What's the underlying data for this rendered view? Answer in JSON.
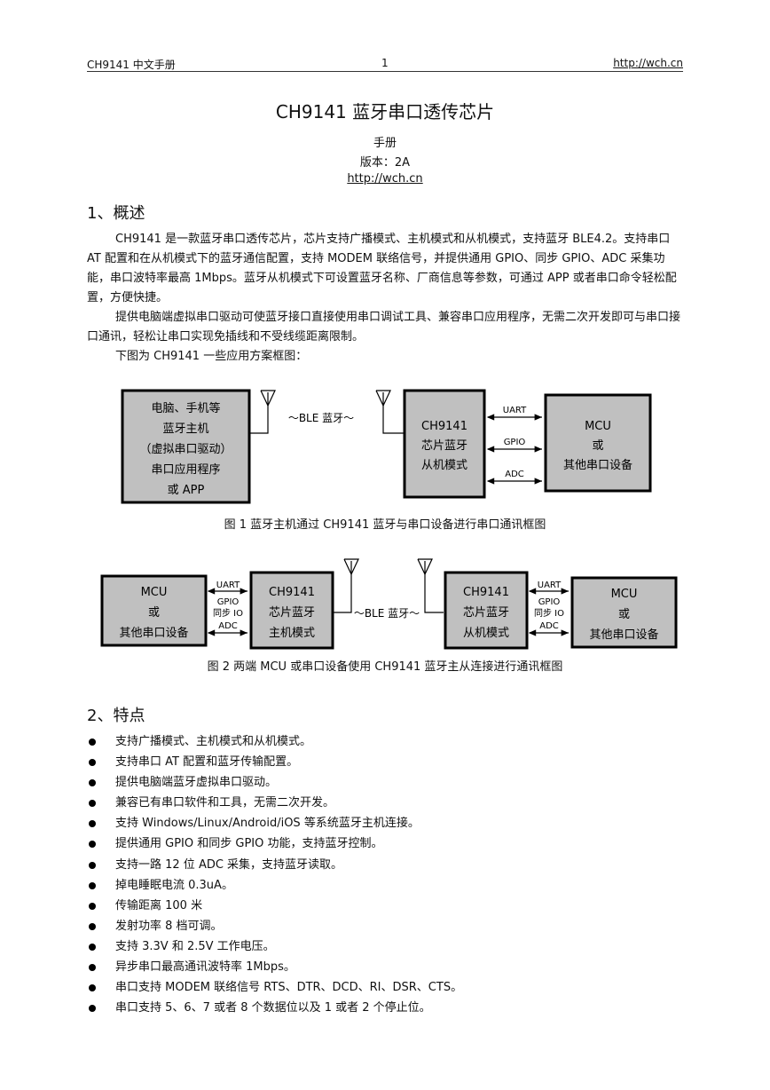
{
  "header": {
    "left": "CH9141 中文手册",
    "page_number": "1",
    "url": "http://wch.cn"
  },
  "title": "CH9141 蓝牙串口透传芯片",
  "subtitle": "手册",
  "version": "版本：2A",
  "url": "http://wch.cn",
  "section1": {
    "heading": "1、概述",
    "paragraphs": [
      "CH9141 是一款蓝牙串口透传芯片，芯片支持广播模式、主机模式和从机模式，支持蓝牙 BLE4.2。支持串口 AT 配置和在从机模式下的蓝牙通信配置，支持 MODEM 联络信号，并提供通用 GPIO、同步 GPIO、ADC 采集功能，串口波特率最高 1Mbps。蓝牙从机模式下可设置蓝牙名称、厂商信息等参数，可通过 APP 或者串口命令轻松配置，方便快捷。",
      "提供电脑端虚拟串口驱动可使蓝牙接口直接使用串口调试工具、兼容串口应用程序，无需二次开发即可与串口接口通讯，轻松让串口实现免插线和不受线缆距离限制。",
      "下图为 CH9141 一些应用方案框图："
    ]
  },
  "figure1": {
    "host_lines": [
      "电脑、手机等",
      "蓝牙主机",
      "（虚拟串口驱动）",
      "串口应用程序",
      "或 APP"
    ],
    "ble_label": "～BLE 蓝牙～",
    "chip_lines": [
      "CH9141",
      "芯片蓝牙",
      "从机模式"
    ],
    "signal_uart": "UART",
    "signal_gpio": "GPIO",
    "signal_adc": "ADC",
    "mcu_lines": [
      "MCU",
      "或",
      "其他串口设备"
    ],
    "caption": "图 1 蓝牙主机通过 CH9141 蓝牙与串口设备进行串口通讯框图"
  },
  "figure2": {
    "mcu_lines": [
      "MCU",
      "或",
      "其他串口设备"
    ],
    "signal_uart": "UART",
    "signal_gpio": "GPIO",
    "signal_sync": "同步 IO",
    "signal_adc": "ADC",
    "master_lines": [
      "CH9141",
      "芯片蓝牙",
      "主机模式"
    ],
    "ble_label": "～BLE 蓝牙～",
    "slave_lines": [
      "CH9141",
      "芯片蓝牙",
      "从机模式"
    ],
    "caption": "图 2 两端 MCU 或串口设备使用 CH9141 蓝牙主从连接进行通讯框图"
  },
  "section2": {
    "heading": "2、特点",
    "items": [
      "支持广播模式、主机模式和从机模式。",
      "支持串口 AT 配置和蓝牙传输配置。",
      "提供电脑端蓝牙虚拟串口驱动。",
      "兼容已有串口软件和工具，无需二次开发。",
      "支持 Windows/Linux/Android/iOS 等系统蓝牙主机连接。",
      "提供通用 GPIO 和同步 GPIO 功能，支持蓝牙控制。",
      "支持一路 12 位 ADC 采集，支持蓝牙读取。",
      "掉电睡眠电流 0.3uA。",
      "传输距离 100 米",
      "发射功率 8 档可调。",
      "支持 3.3V 和 2.5V 工作电压。",
      "异步串口最高通讯波特率 1Mbps。",
      "串口支持 MODEM 联络信号 RTS、DTR、DCD、RI、DSR、CTS。",
      "串口支持 5、6、7 或者 8 个数据位以及 1 或者 2 个停止位。"
    ]
  },
  "colors": {
    "box_fill": "#c0c0c0",
    "box_stroke": "#000000"
  }
}
